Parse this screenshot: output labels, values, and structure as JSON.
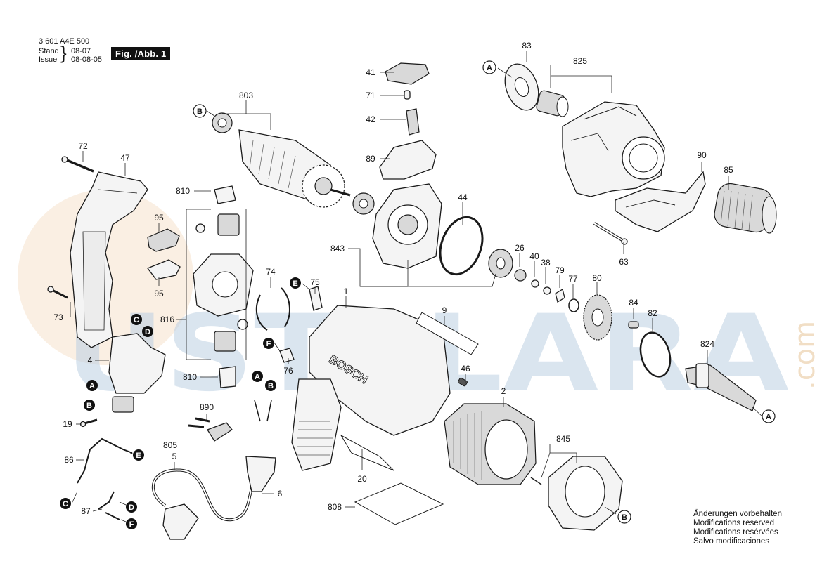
{
  "header": {
    "part_number": "3 601 A4E 500",
    "stand_label": "Stand",
    "issue_label": "Issue",
    "stand_date": "08-07",
    "issue_date": "08-08-05",
    "figure_label": "Fig. /Abb. 1"
  },
  "watermark": {
    "text": "USTALARA",
    "suffix": ".com"
  },
  "callouts": [
    {
      "id": "c-83",
      "text": "83"
    },
    {
      "id": "c-825",
      "text": "825"
    },
    {
      "id": "c-803",
      "text": "803"
    },
    {
      "id": "c-41",
      "text": "41"
    },
    {
      "id": "c-71",
      "text": "71"
    },
    {
      "id": "c-42",
      "text": "42"
    },
    {
      "id": "c-89",
      "text": "89"
    },
    {
      "id": "c-72",
      "text": "72"
    },
    {
      "id": "c-47",
      "text": "47"
    },
    {
      "id": "c-810a",
      "text": "810"
    },
    {
      "id": "c-95a",
      "text": "95"
    },
    {
      "id": "c-95b",
      "text": "95"
    },
    {
      "id": "c-44",
      "text": "44"
    },
    {
      "id": "c-90",
      "text": "90"
    },
    {
      "id": "c-85",
      "text": "85"
    },
    {
      "id": "c-843",
      "text": "843"
    },
    {
      "id": "c-26",
      "text": "26"
    },
    {
      "id": "c-40",
      "text": "40"
    },
    {
      "id": "c-38",
      "text": "38"
    },
    {
      "id": "c-79",
      "text": "79"
    },
    {
      "id": "c-77",
      "text": "77"
    },
    {
      "id": "c-63",
      "text": "63"
    },
    {
      "id": "c-74",
      "text": "74"
    },
    {
      "id": "c-75",
      "text": "75"
    },
    {
      "id": "c-1",
      "text": "1"
    },
    {
      "id": "c-9",
      "text": "9"
    },
    {
      "id": "c-80",
      "text": "80"
    },
    {
      "id": "c-84",
      "text": "84"
    },
    {
      "id": "c-82",
      "text": "82"
    },
    {
      "id": "c-73",
      "text": "73"
    },
    {
      "id": "c-816",
      "text": "816"
    },
    {
      "id": "c-824",
      "text": "824"
    },
    {
      "id": "c-4",
      "text": "4"
    },
    {
      "id": "c-76",
      "text": "76"
    },
    {
      "id": "c-46",
      "text": "46"
    },
    {
      "id": "c-810b",
      "text": "810"
    },
    {
      "id": "c-2",
      "text": "2"
    },
    {
      "id": "c-19",
      "text": "19"
    },
    {
      "id": "c-890",
      "text": "890"
    },
    {
      "id": "c-845",
      "text": "845"
    },
    {
      "id": "c-805",
      "text": "805"
    },
    {
      "id": "c-5",
      "text": "5"
    },
    {
      "id": "c-86",
      "text": "86"
    },
    {
      "id": "c-20",
      "text": "20"
    },
    {
      "id": "c-6",
      "text": "6"
    },
    {
      "id": "c-87",
      "text": "87"
    },
    {
      "id": "c-808",
      "text": "808"
    }
  ],
  "markers": [
    {
      "id": "m-A1",
      "text": "A"
    },
    {
      "id": "m-B1",
      "text": "B"
    },
    {
      "id": "m-C1",
      "text": "C"
    },
    {
      "id": "m-D1",
      "text": "D"
    },
    {
      "id": "m-A2",
      "text": "A"
    },
    {
      "id": "m-B2",
      "text": "B"
    },
    {
      "id": "m-E1",
      "text": "E"
    },
    {
      "id": "m-F1",
      "text": "F"
    },
    {
      "id": "m-A3",
      "text": "A"
    },
    {
      "id": "m-B3",
      "text": "B"
    },
    {
      "id": "m-E2",
      "text": "E"
    },
    {
      "id": "m-C2",
      "text": "C"
    },
    {
      "id": "m-D2",
      "text": "D"
    },
    {
      "id": "m-F2",
      "text": "F"
    },
    {
      "id": "m-A4",
      "text": "A"
    },
    {
      "id": "m-B4",
      "text": "B"
    }
  ],
  "housing_brand": "BOSCH",
  "notes": [
    "Änderungen vorbehalten",
    "Modifications reserved",
    "Modifications resérvées",
    "Salvo modificaciones"
  ]
}
